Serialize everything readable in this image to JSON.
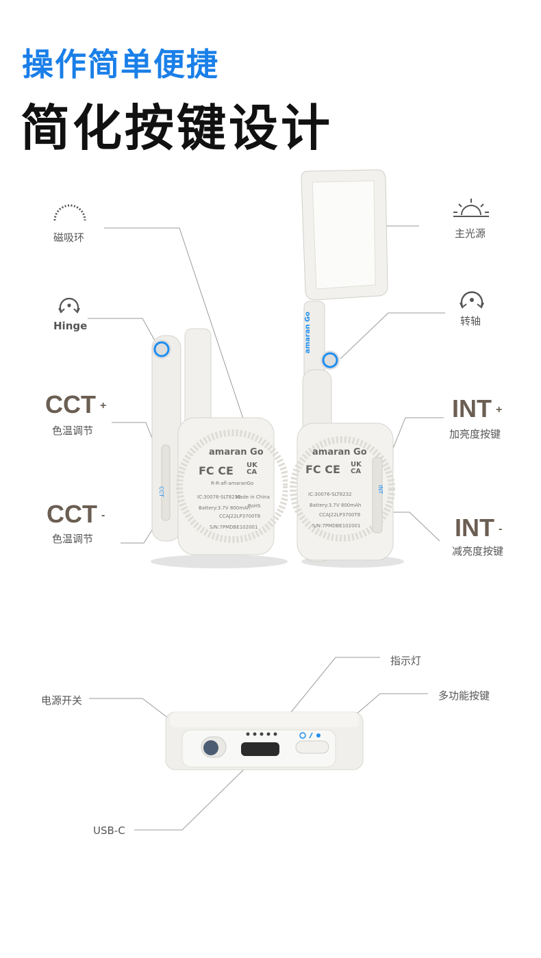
{
  "header": {
    "subtitle": "操作简单便捷",
    "title": "简化按键设计"
  },
  "labels": {
    "magnetic_ring": "磁吸环",
    "hinge_en": "Hinge",
    "cct_plus": "CCT",
    "cct_plus_sign": "+",
    "cct_plus_desc": "色温调节",
    "cct_minus": "CCT",
    "cct_minus_sign": "-",
    "cct_minus_desc": "色温调节",
    "main_light": "主光源",
    "pivot": "转轴",
    "int_plus": "INT",
    "int_plus_sign": "+",
    "int_plus_desc": "加亮度按键",
    "int_minus": "INT",
    "int_minus_sign": "-",
    "int_minus_desc": "减亮度按键",
    "indicator": "指示灯",
    "power_switch": "电源开关",
    "multi_button": "多功能按键",
    "usb_c": "USB-C"
  },
  "device": {
    "brand": "amaran Go",
    "side_cct": "CCT",
    "side_int": "INT",
    "cert_marks": "FC CE",
    "ukca": "UK CA",
    "rr": "R-R-afl-amaranGo",
    "ic": "IC:30076-SLT8232",
    "made": "Made in China",
    "battery": "Battery:3.7V 800mAh",
    "rohs": "RoHS",
    "cca": "CCAJ22LP3700T8",
    "sn": "S/N:7PMDBE102001"
  },
  "colors": {
    "accent": "#1a7fe8",
    "device": "#efeeea",
    "ring": "#1e8ef0"
  }
}
